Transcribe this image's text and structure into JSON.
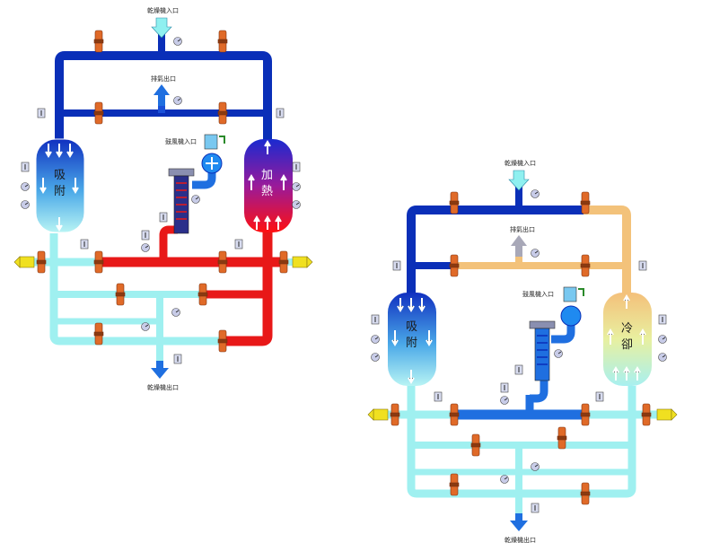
{
  "colors": {
    "hot": "#e81818",
    "dark_blue": "#0a2fb8",
    "mid_blue": "#1f6fe0",
    "cyan": "#9ff0f0",
    "warm": "#f3c27a",
    "valve": "#e06a28",
    "valve_dark": "#8a3a10"
  },
  "diagram_left": {
    "inlet_label": "乾燥機入口",
    "exhaust_label": "排氣出口",
    "blower_label": "鼓風機入口",
    "outlet_label": "乾燥機出口",
    "tank_left": [
      "吸",
      "附"
    ],
    "tank_right": [
      "加",
      "熱"
    ],
    "mode": "heating"
  },
  "diagram_right": {
    "inlet_label": "乾燥機入口",
    "exhaust_label": "排氣出口",
    "blower_label": "鼓風機入口",
    "outlet_label": "乾燥機出口",
    "tank_left": [
      "吸",
      "附"
    ],
    "tank_right": [
      "冷",
      "卻"
    ],
    "mode": "cooling"
  },
  "icons": [
    "thermometer-icon",
    "pressure-gauge-icon",
    "valve-icon",
    "blower-icon",
    "heater-icon",
    "arrow-icon"
  ]
}
